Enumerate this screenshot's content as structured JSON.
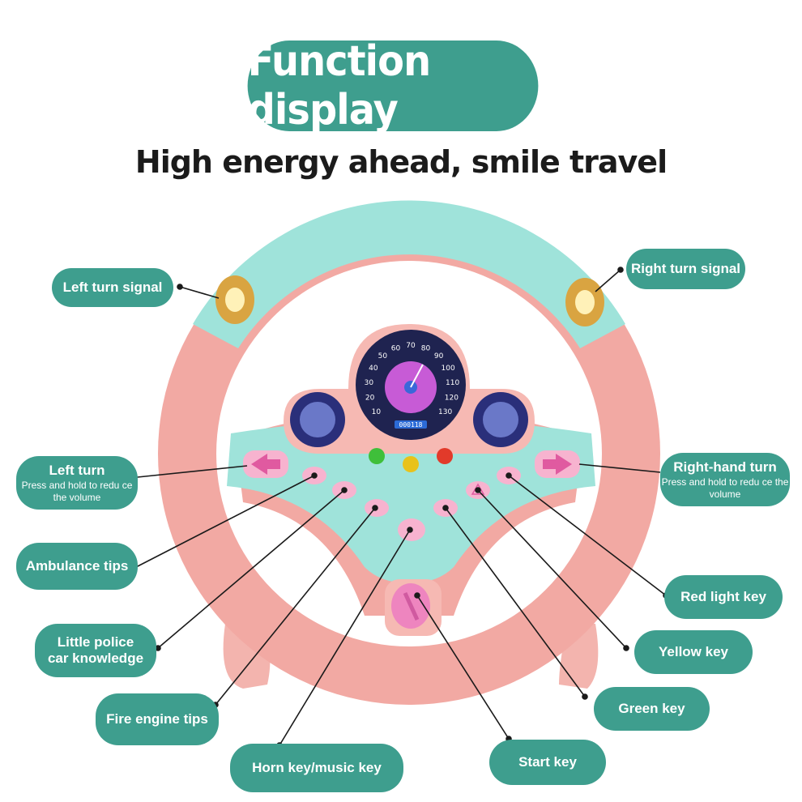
{
  "header": {
    "title": "Function display",
    "subtitle": "High energy ahead, smile travel"
  },
  "labels": {
    "left_turn_signal": "Left turn signal",
    "right_turn_signal": "Right turn signal",
    "left_turn": "Left turn",
    "left_turn_note": "Press and hold to redu ce the volume",
    "right_hand_turn": "Right-hand turn",
    "right_hand_turn_note": "Press and hold to redu ce the volume",
    "ambulance_tips": "Ambulance tips",
    "little_police_1": "Little police",
    "little_police_2": "car knowledge",
    "red_light_key": "Red light key",
    "yellow_key": "Yellow key",
    "fire_engine_tips": "Fire engine tips",
    "green_key": "Green key",
    "horn_key": "Horn key/music key",
    "start_key": "Start key"
  },
  "speedometer": {
    "ticks": [
      "10",
      "20",
      "30",
      "40",
      "50",
      "60",
      "70",
      "80",
      "90",
      "100",
      "110",
      "120",
      "130"
    ],
    "odometer": "000118"
  },
  "colors": {
    "teal_label": "#3e9e8e",
    "wheel_pink": "#f2a9a3",
    "wheel_mint": "#9fe3da",
    "key_pink": "#f7b3cf"
  },
  "icons": [
    "left-arrow-icon",
    "right-arrow-icon",
    "horn-icon",
    "warning-icon",
    "start-knob-icon"
  ]
}
